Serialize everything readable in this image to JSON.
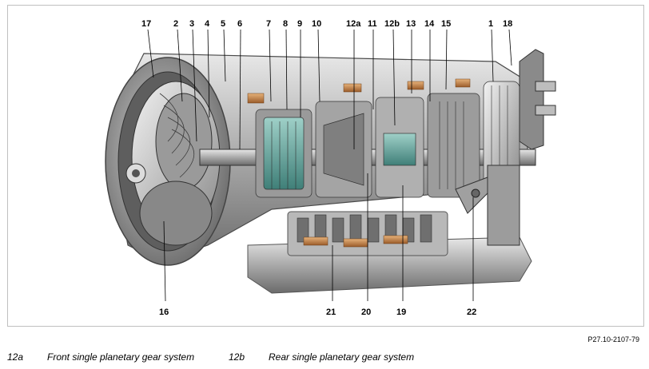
{
  "callouts": [
    "17",
    "2",
    "3",
    "4",
    "5",
    "6",
    "7",
    "8",
    "9",
    "10",
    "12a",
    "11",
    "12b",
    "13",
    "14",
    "15",
    "1",
    "18",
    "16",
    "21",
    "20",
    "19",
    "22"
  ],
  "figure_ref": "P27.10-2107-79",
  "legend": [
    {
      "code": "12a",
      "text": "Front single planetary gear system"
    },
    {
      "code": "12b",
      "text": "Rear single planetary gear system"
    }
  ]
}
